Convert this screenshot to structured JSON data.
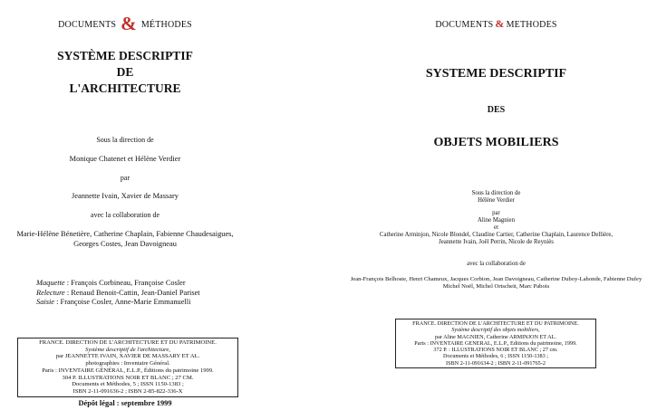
{
  "left": {
    "series_prefix": "DOCUMENTS",
    "series_amp": "&",
    "series_suffix": "MÉTHODES",
    "title": [
      "SYSTÈME DESCRIPTIF",
      "DE",
      "L'ARCHITECTURE"
    ],
    "direction_label": "Sous la direction de",
    "directors": "Monique Chatenet et Hélène Verdier",
    "par": "par",
    "authors": "Jeannette Ivain, Xavier de Massary",
    "collab_label": "avec la collaboration de",
    "collaborators": [
      "Marie-Hélène Bénetière, Catherine Chaplain, Fabienne Chaudesaigues,",
      "Georges Costes, Jean Davoigneau"
    ],
    "credits": [
      {
        "label": "Maquette",
        "value": " : François Corbineau, Françoise Cosler"
      },
      {
        "label": "Relecture",
        "value": " : Renaud Benoit-Cattin, Jean-Daniel Pariset"
      },
      {
        "label": "Saisie",
        "value": " : Françoise Cosler, Anne-Marie Emmanuelli"
      }
    ],
    "catalog": [
      "FRANCE. DIRECTION DE L'ARCHITECTURE ET DU PATRIMOINE.",
      "Système descriptif de l'architecture,",
      "par JEANNETTE IVAIN, XAVIER DE MASSARY ET AL.",
      "photographies : Inventaire Général.",
      "Paris : INVENTAIRE GÉNÉRAL, E.L.P., Éditions du patrimoine 1999.",
      "304 P. ILLUSTRATIONS NOIR ET BLANC ; 27 CM.",
      "Documents et Méthodes, 5 ; ISSN 1150-1383 ;",
      "ISBN 2-11-091636-2 ; ISBN 2-85-822-336-X"
    ],
    "depot": "Dépôt légal : septembre 1999"
  },
  "right": {
    "series_prefix": "DOCUMENTS",
    "series_amp": "&",
    "series_suffix": "METHODES",
    "title_line1": "SYSTEME  DESCRIPTIF",
    "title_line2": "DES",
    "title_line3": "OBJETS  MOBILIERS",
    "direction_label": "Sous la direction de",
    "directors": "Hélène Verdier",
    "par": "par",
    "authors_line1": "Aline Magnien",
    "et": "et",
    "authors_line2": "Catherine Arminjon, Nicole Blondel, Claudine Cartier, Catherine Chaplain, Laurence Dellière,",
    "authors_line3": "Jeannette Ivain, Joël Perrin, Nicole de Reyniès",
    "collab_label": "avec la collaboration de",
    "collab_line1": "Jean-François Belhoste, Henri Chameux, Jacques Corbion, Jean Davoigneau, Catherine Duboy-Lahonde, Fabienne Dufey",
    "collab_line2": "Michel Noël, Michel Ortscheit, Marc Pabois",
    "catalog": [
      "FRANCE. DIRECTION DE L'ARCHITECTURE ET DU PATRIMOINE.",
      "Système descriptif des objets mobiliers,",
      "par Aline MAGNIEN, Catherine ARMINJON ET AL.",
      "Paris : INVENTAIRE GENERAL, E.L.P., Editions du patrimoine, 1999.",
      "372 P. : ILLUSTRATIONS NOIR ET BLANC ; 27 cm.",
      "Documents et Méthodes, 6 ; ISSN 1150-1383 ;",
      "ISBN 2-11-091634-2 ; ISBN 2-11-091765-2"
    ]
  }
}
